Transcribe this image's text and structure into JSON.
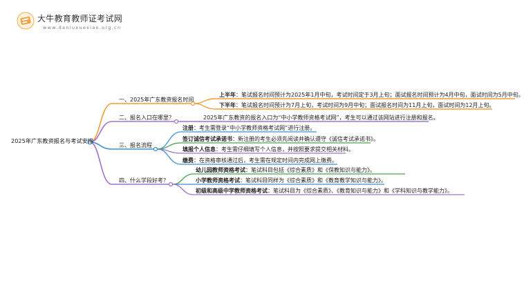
{
  "brand": {
    "name": "大牛教育教师证考试网",
    "url": "www.daniuxuexiao.org.cn"
  },
  "colors": {
    "orange": "#f29b38",
    "purple": "#a070cf",
    "blue": "#3b8fd0",
    "green": "#4aa14a"
  },
  "root": "2025年广东教资报名与考试安排",
  "branches": [
    {
      "title": "一、2025年广东教资报名时间",
      "leaves": [
        {
          "label": "上半年",
          "text": "：笔试报名时间预计为2025年1月中旬，考试时间定于3月上旬；面试报名时间预计为4月中旬，面试时间为5月中旬。"
        },
        {
          "label": "下半年",
          "text": "：笔试报名时间预计为7月上旬，考试时间为9月中旬；面试报名时间为11月上旬，面试时间为12月上旬。"
        }
      ]
    },
    {
      "title": "二、报名入口在哪里？",
      "leaves": [
        {
          "label": "",
          "text": "2025年广东教资的报名入口为“中小学教师资格考试网”，考生可以通过该网站进行注册和报名。"
        }
      ]
    },
    {
      "title": "三、报名流程",
      "leaves": [
        {
          "label": "注册",
          "text": "：考生需登录“中小学教师资格考试网”进行注册。"
        },
        {
          "label": "签订诚信考试承诺书",
          "text": "：新注册的考生必须先阅读并确认遵守《诚信考试承诺书》。"
        },
        {
          "label": "填报个人信息",
          "text": "：考生需仔细填写个人信息，并按照要求提交相关材料。"
        },
        {
          "label": "缴费",
          "text": "：在资格审核通过后，考生需在规定时间内完成网上缴费。"
        }
      ]
    },
    {
      "title": "四、什么学段好考？",
      "leaves": [
        {
          "label": "幼儿园教师资格考试",
          "text": "：笔试科目包括《综合素质》和《保教知识与能力》。"
        },
        {
          "label": "小学教师资格考试",
          "text": "：笔试科目同样为《综合素质》和《教育教学知识与能力》。"
        },
        {
          "label": "初级和高级中学教师资格考试",
          "text": "：笔试科目为《综合素质》、《教育知识与能力》和《学科知识与教学能力》。"
        }
      ]
    }
  ]
}
